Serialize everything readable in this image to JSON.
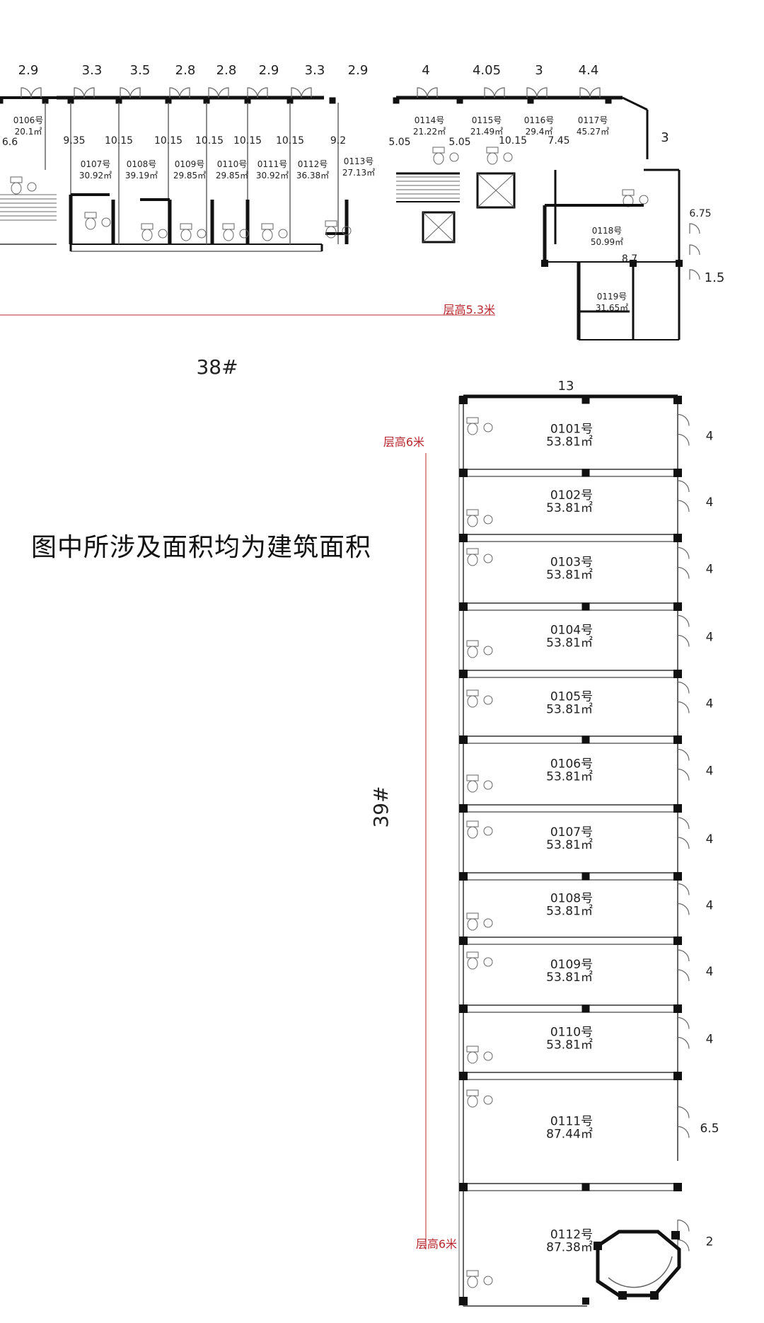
{
  "note": "图中所涉及面积均为建筑面积",
  "building38": {
    "label": "38#",
    "height_note": "层高5.3米",
    "top_dims": [
      "2.9",
      "3.3",
      "3.5",
      "2.8",
      "2.8",
      "2.9",
      "3.3",
      "2.9",
      "4",
      "4.05",
      "3",
      "4.4"
    ],
    "depth_dims": [
      "6.6",
      "9.35",
      "10.15",
      "10.15",
      "10.15",
      "10.15",
      "10.15",
      "9.2",
      "5.05",
      "5.05",
      "10.15",
      "7.45"
    ],
    "side_dims": [
      "3",
      "6.75",
      "8.7",
      "1.5"
    ],
    "units": [
      {
        "name": "0106号",
        "area": "20.1㎡"
      },
      {
        "name": "0107号",
        "area": "30.92㎡"
      },
      {
        "name": "0108号",
        "area": "39.19㎡"
      },
      {
        "name": "0109号",
        "area": "29.85㎡"
      },
      {
        "name": "0110号",
        "area": "29.85㎡"
      },
      {
        "name": "0111号",
        "area": "30.92㎡"
      },
      {
        "name": "0112号",
        "area": "36.38㎡"
      },
      {
        "name": "0113号",
        "area": "27.13㎡"
      },
      {
        "name": "0114号",
        "area": "21.22㎡"
      },
      {
        "name": "0115号",
        "area": "21.49㎡"
      },
      {
        "name": "0116号",
        "area": "29.4㎡"
      },
      {
        "name": "0117号",
        "area": "45.27㎡"
      },
      {
        "name": "0118号",
        "area": "50.99㎡"
      },
      {
        "name": "0119号",
        "area": "31.65㎡"
      }
    ]
  },
  "building39": {
    "label": "39#",
    "height_note_top": "层高6米",
    "height_note_bottom": "层高6米",
    "width_dim": "13",
    "units": [
      {
        "name": "0101号",
        "area": "53.81㎡",
        "dim": "4"
      },
      {
        "name": "0102号",
        "area": "53.81㎡",
        "dim": "4"
      },
      {
        "name": "0103号",
        "area": "53.81㎡",
        "dim": "4"
      },
      {
        "name": "0104号",
        "area": "53.81㎡",
        "dim": "4"
      },
      {
        "name": "0105号",
        "area": "53.81㎡",
        "dim": "4"
      },
      {
        "name": "0106号",
        "area": "53.81㎡",
        "dim": "4"
      },
      {
        "name": "0107号",
        "area": "53.81㎡",
        "dim": "4"
      },
      {
        "name": "0108号",
        "area": "53.81㎡",
        "dim": "4"
      },
      {
        "name": "0109号",
        "area": "53.81㎡",
        "dim": "4"
      },
      {
        "name": "0110号",
        "area": "53.81㎡",
        "dim": "4"
      },
      {
        "name": "0111号",
        "area": "87.44㎡",
        "dim": "6.5"
      },
      {
        "name": "0112号",
        "area": "87.38㎡",
        "dim": "2"
      }
    ]
  },
  "colors": {
    "wall": "#111111",
    "thin": "#666666",
    "accent": "#b8282e"
  }
}
